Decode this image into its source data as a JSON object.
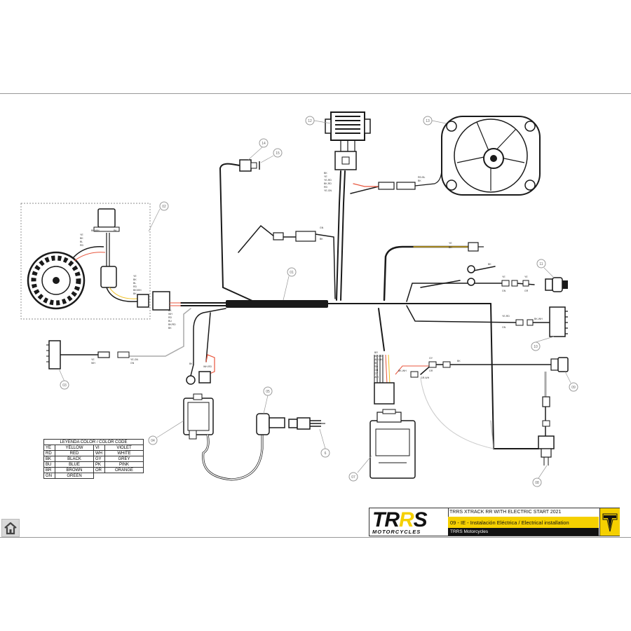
{
  "callouts": {
    "c01": "01",
    "c02": "02",
    "c03": "03",
    "c04": "04",
    "c05": "05",
    "c06": "6",
    "c07": "07",
    "c08": "08",
    "c09": "09",
    "c10": "10",
    "c11": "11",
    "c12": "12",
    "c13": "13",
    "c14": "14",
    "c15": "15"
  },
  "wire_labels": {
    "stator": [
      "YE",
      "BK",
      "BL",
      "RD"
    ],
    "pickup": [
      "BK/WH",
      "BK"
    ],
    "stator_conn": [
      "YE",
      "BK",
      "BL",
      "RD",
      "BK/WH",
      "BK"
    ],
    "harness_left": [
      "BK",
      "WH",
      "RD",
      "BU",
      "BK/RD",
      "BK"
    ],
    "regulator": [
      "BK",
      "YE",
      "YE-RD",
      "BK-RD",
      "RD",
      "YE-GN"
    ],
    "fan": [
      "RD-BL",
      "BK"
    ],
    "sensor14": [
      "GN",
      "BK"
    ],
    "light": [
      "YE",
      "BK"
    ],
    "switch11a": [
      "YE",
      "GN"
    ],
    "switch11b": [
      "YE",
      "GR"
    ],
    "conn10": [
      "YE-RD",
      "GN"
    ],
    "conn10b": [
      "BK-WH"
    ],
    "conn03": [
      "YE",
      "WH"
    ],
    "conn03b": [
      "YE-GN",
      "GN"
    ],
    "coil": [
      "BK",
      "WH-RD"
    ],
    "ecu": [
      "BR",
      "WH-RD",
      "WH-BK",
      "BK",
      "RD",
      "GN",
      "GY",
      "WH"
    ],
    "ecu_right": [
      "GY",
      "GR"
    ],
    "ecu_right2": [
      "BK-WH",
      "GR-WH"
    ],
    "conn09": [
      "BK"
    ]
  },
  "legend": {
    "title": "LEYENDA COLOR / COLOR CODE",
    "rows": [
      [
        "YE",
        "YELLOW",
        "VI",
        "VIOLET"
      ],
      [
        "RD",
        "RED",
        "WH",
        "WHITE"
      ],
      [
        "BK",
        "BLACK",
        "GY",
        "GREY"
      ],
      [
        "BU",
        "BLUE",
        "PK",
        "PINK"
      ],
      [
        "BR",
        "BROWN",
        "OR",
        "ORANGE"
      ],
      [
        "GN",
        "GREEN",
        "",
        ""
      ]
    ]
  },
  "titleblock": {
    "logo": "TRRS",
    "logo_sub": "MOTORCYCLES",
    "model": "TRRS XTRACK RR  WITH ELECTRIC START 2021",
    "section": "09 - IE - Instalación Eléctrica / Electrical installation",
    "company": "TRRS Motorcycles"
  },
  "colors": {
    "wire": "#1a1a1a",
    "red_wire": "#e8553c",
    "yellow_wire": "#f0c020",
    "grey_wire": "#aaaaaa",
    "brand_yellow": "#f5d000"
  },
  "icons": {
    "home": "home-icon",
    "emblem": "trrs-emblem-icon"
  }
}
